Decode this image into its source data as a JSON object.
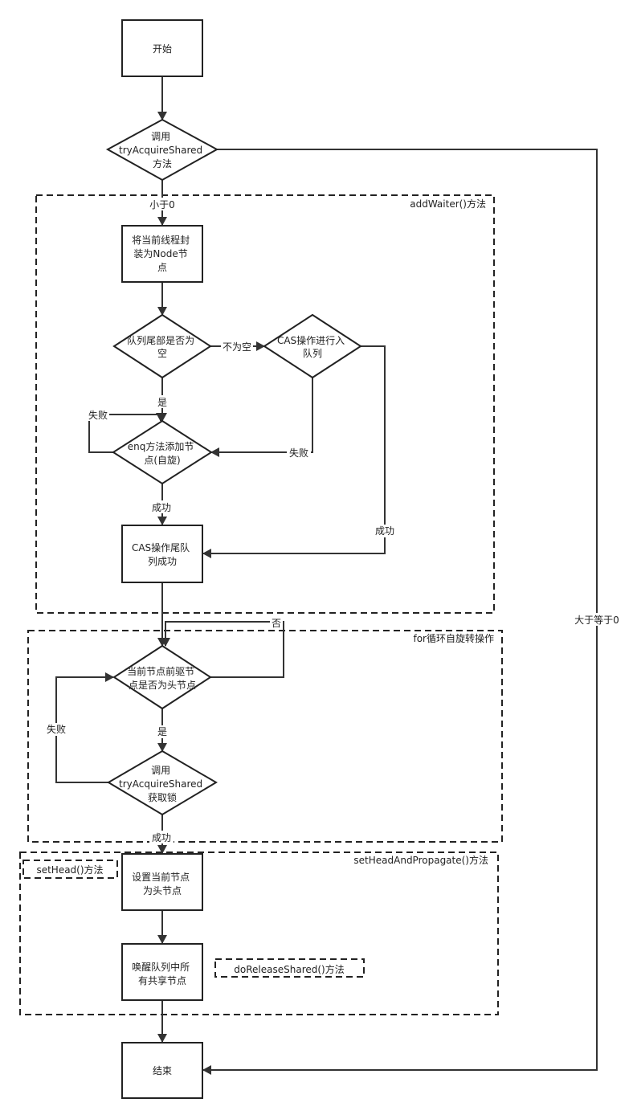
{
  "groups": {
    "add_waiter": "addWaiter()方法",
    "for_loop": "for循环自旋转操作",
    "set_head_propagate": "setHeadAndPropagate()方法",
    "set_head": "setHead()方法",
    "do_release_shared": "doReleaseShared()方法"
  },
  "nodes": {
    "start": [
      "开始"
    ],
    "try_acquire_method": [
      "调用",
      "tryAcquireShared",
      "方法"
    ],
    "wrap_node": [
      "将当前线程封",
      "装为Node节",
      "点"
    ],
    "tail_empty": [
      "队列尾部是否为",
      "空"
    ],
    "cas_enqueue": [
      "CAS操作进行入",
      "队列"
    ],
    "enq_spin": [
      "enq方法添加节",
      "点(自旋)"
    ],
    "cas_tail_success": [
      "CAS操作尾队",
      "列成功"
    ],
    "prev_is_head": [
      "当前节点前驱节",
      "点是否为头节点"
    ],
    "try_acquire_lock": [
      "调用",
      "tryAcquireShared",
      "获取锁"
    ],
    "set_head_node": [
      "设置当前节点",
      "为头节点"
    ],
    "wake_shared": [
      "唤醒队列中所",
      "有共享节点"
    ],
    "end": [
      "结束"
    ]
  },
  "edges": {
    "less_than_zero": "小于0",
    "not_empty": "不为空",
    "yes_1": "是",
    "fail_enq_loop": "失败",
    "fail_cas": "失败",
    "success_enq": "成功",
    "success_cas": "成功",
    "no": "否",
    "yes_2": "是",
    "fail_acquire": "失败",
    "success_acquire": "成功",
    "ge_zero": "大于等于0"
  }
}
